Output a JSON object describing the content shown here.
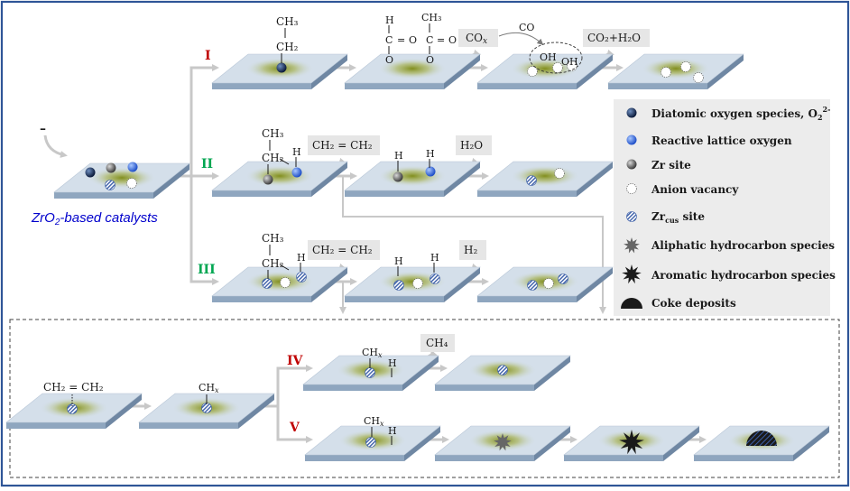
{
  "catalyst": {
    "label_prefix": "ZrO",
    "label_sub": "2",
    "label_suffix": "-based catalysts",
    "input_mark": "–"
  },
  "pathways": {
    "I": "I",
    "II": "II",
    "III": "III",
    "IV": "IV",
    "V": "V"
  },
  "products": {
    "cox_prefix": "CO",
    "cox_sub": "x",
    "co": "CO",
    "co2_h2o": "CO₂+H₂O",
    "ethylene_1": "CH₂ = CH₂",
    "ethylene_2": "CH₂ = CH₂",
    "water": "H₂O",
    "hydrogen": "H₂",
    "methane": "CH₄"
  },
  "labels": {
    "ch3": "CH₃",
    "ch2": "CH₂",
    "h": "H",
    "c": "C",
    "o": "O",
    "oh": "OH",
    "eq": "=",
    "chx_prefix": "CH",
    "chx_sub": "x",
    "ethylene_adsorbed": "CH₂ = CH₂"
  },
  "legend": {
    "diatomic_prefix": "Diatomic oxygen species, O",
    "diatomic_sub": "2",
    "diatomic_sup": "2-",
    "lattice": "Reactive lattice oxygen",
    "zr": "Zr site",
    "vacancy": "Anion vacancy",
    "zrcus_prefix": "Zr",
    "zrcus_sub": "cus",
    "zrcus_suffix": " site",
    "aliphatic": "Aliphatic hydrocarbon species",
    "aromatic": "Aromatic hydrocarbon species",
    "coke": "Coke deposits"
  },
  "colors": {
    "frame": "#2f5597",
    "plate_top": "#d4dfea",
    "plate_front": "#8fa6bf",
    "plate_side": "#6f87a3",
    "glow": "#8f9a1e",
    "arrow": "#c8c8c8",
    "roman_red": "#c00000",
    "roman_green": "#00a651",
    "catalyst_label": "#0000cc",
    "product_box": "#e6e6e6"
  }
}
